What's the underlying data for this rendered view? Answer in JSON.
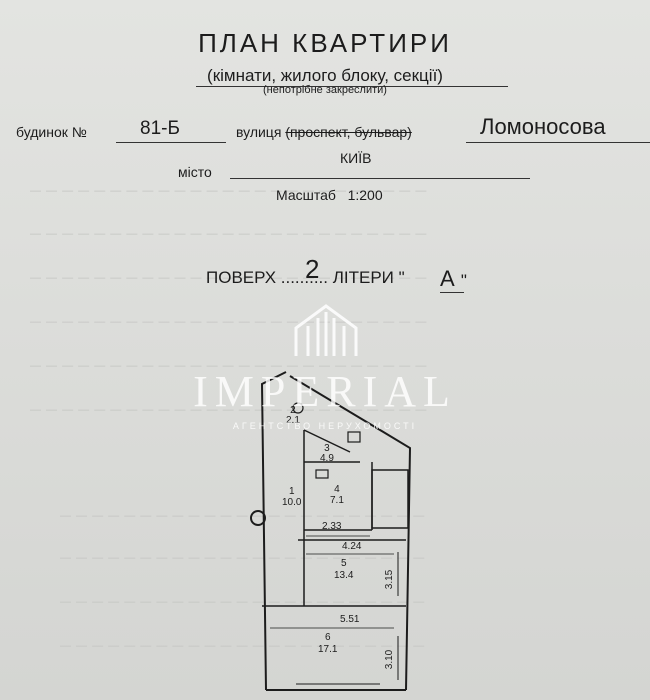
{
  "header": {
    "title": "ПЛАН   КВАРТИРИ",
    "subtitle": "(кімнати, жилого блоку, секції)",
    "note": "(непотрібне закреслити)"
  },
  "address": {
    "building_label": "будинок №",
    "building_value": "81-Б",
    "street_label": "вулиця",
    "street_struck": "(проспект, бульвар)",
    "street_value": "Ломоносова",
    "city_label": "місто",
    "city_value": "КИЇВ",
    "scale_label": "Масштаб",
    "scale_value": "1:200"
  },
  "floor": {
    "label": "ПОВЕРХ ..........  ЛІТЕРИ \"",
    "number": "2",
    "letter": "А",
    "closing": "\""
  },
  "watermark": {
    "name": "IMPERIAL",
    "tagline": "АГЕНТСТВО НЕРУХОМОСТІ"
  },
  "rooms": [
    {
      "num": "1",
      "area": "10.0"
    },
    {
      "num": "2",
      "area": "2.1"
    },
    {
      "num": "3",
      "area": "4.9"
    },
    {
      "num": "4",
      "area": "7.1"
    },
    {
      "num": "5",
      "area": "13.4"
    },
    {
      "num": "6",
      "area": "17.1"
    }
  ],
  "dimensions": [
    "2.33",
    "4.24",
    "3.15",
    "5.51",
    "3.10"
  ]
}
